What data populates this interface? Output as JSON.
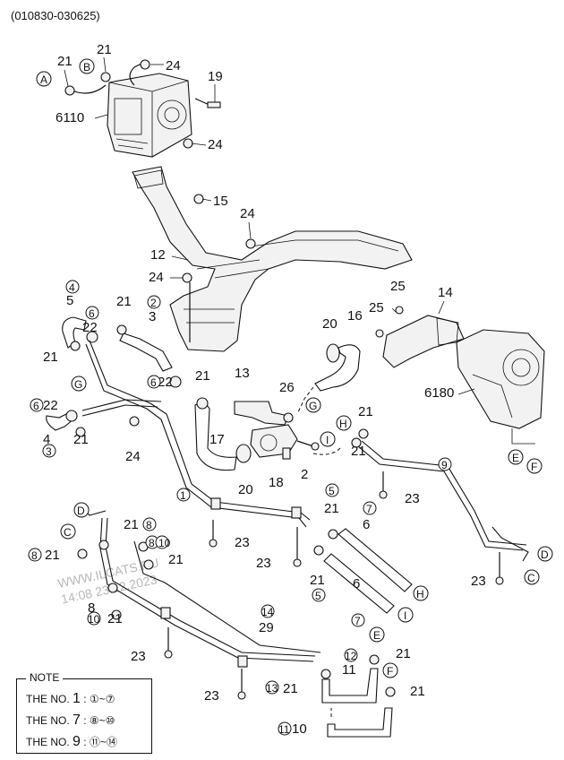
{
  "header": {
    "code": "(010830-030625)"
  },
  "callouts": {
    "c21a": "21",
    "c21b": "21",
    "c24a": "24",
    "c24b": "24",
    "c19": "19",
    "c6110": "6110",
    "c15": "15",
    "c24c": "24",
    "c12": "12",
    "c24d": "24",
    "c24e": "24",
    "c4": "4",
    "c5": "5",
    "c21c": "21",
    "c6a": "6",
    "c22a": "22",
    "c21d": "21",
    "c2a": "2",
    "c3": "3",
    "c6b": "6",
    "c22b": "22",
    "c21e": "21",
    "c13": "13",
    "c26": "26",
    "c6c": "6",
    "c22c": "22",
    "c4b": "4",
    "c3b": "3",
    "c21f": "21",
    "c24f": "24",
    "c17": "17",
    "c20a": "20",
    "c18": "18",
    "c2b": "2",
    "c1": "1",
    "c20b": "20",
    "c16": "16",
    "c25a": "25",
    "c25b": "25",
    "c14": "14",
    "c6180": "6180",
    "c21g": "21",
    "c21h": "21",
    "c9": "9",
    "c7a": "7",
    "c23a": "23",
    "c5b": "5",
    "c21i": "21",
    "c6d": "6",
    "c23b": "23",
    "c23c": "23",
    "c21j": "21",
    "c5c": "5",
    "c6e": "6",
    "c7b": "7",
    "c21k": "21",
    "c8a": "8",
    "c21l": "21",
    "c8b": "8",
    "c10a": "10",
    "c21m": "21",
    "c8c": "8",
    "c21n": "21",
    "c8d": "8",
    "c10b": "10",
    "c21o": "21",
    "c23d": "23",
    "c14b": "14",
    "c29": "29",
    "c12b": "12",
    "c11": "11",
    "c21p": "21",
    "c13b": "13",
    "c21q": "21",
    "c21r": "21",
    "c23e": "23",
    "c23f": "23",
    "c11b": "11",
    "c10c": "10"
  },
  "connectors": [
    "A",
    "B",
    "C",
    "D",
    "E",
    "F",
    "G",
    "H",
    "I"
  ],
  "watermark": {
    "line1": "WWW.ILCATS.RU",
    "line2": "14:08 23.12.2023"
  },
  "note": {
    "title": "NOTE",
    "rows": [
      {
        "prefix": "THE NO.",
        "num": "1",
        "sep": ":",
        "range": "①~⑦"
      },
      {
        "prefix": "THE NO.",
        "num": "7",
        "sep": ":",
        "range": "⑧~⑩"
      },
      {
        "prefix": "THE NO.",
        "num": "9",
        "sep": ":",
        "range": "⑪~⑭"
      }
    ]
  }
}
